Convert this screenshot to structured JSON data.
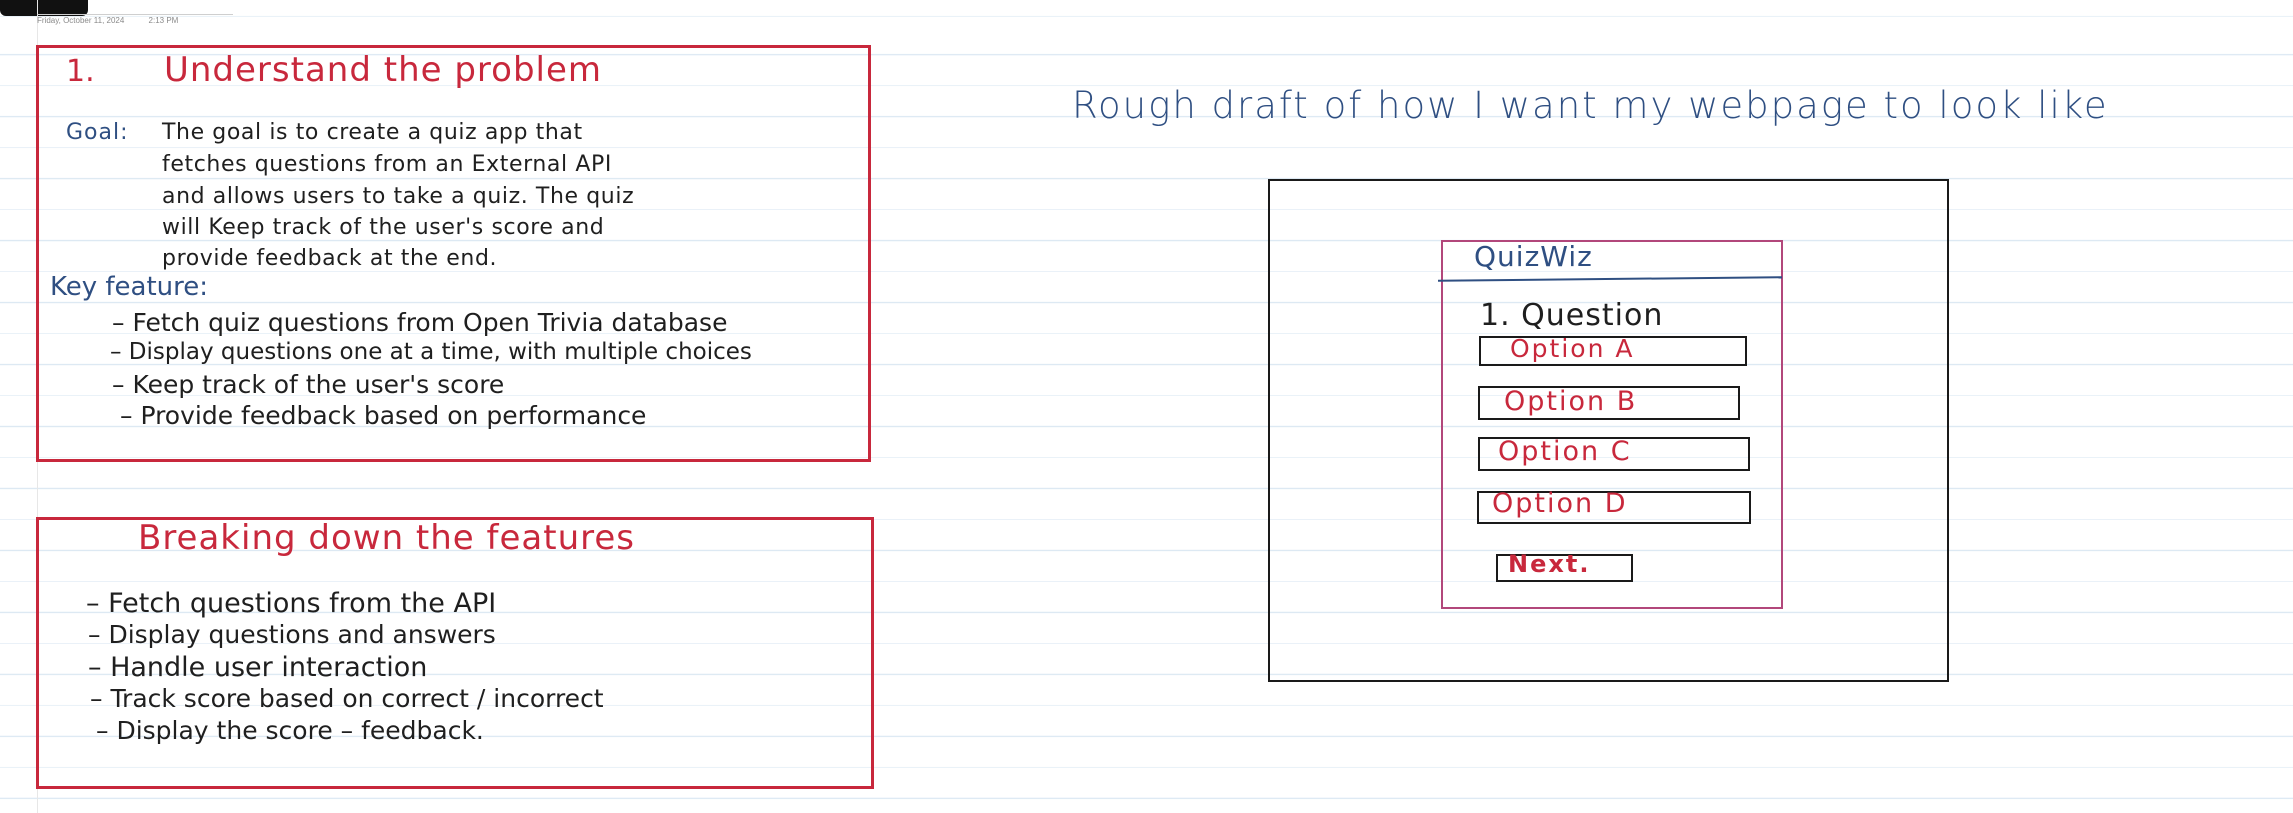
{
  "header": {
    "date": "Friday, October 11, 2024",
    "time": "2:13 PM"
  },
  "section1": {
    "number": "1.",
    "title": "Understand the problem",
    "goal_label": "Goal:",
    "goal_lines": [
      "The goal is to create a quiz app  that",
      "fetches questions from an External API",
      "and allows users to take a quiz. The quiz",
      "will Keep track of the user's score and",
      "provide feedback at the end."
    ],
    "key_label": "Key feature:",
    "bullets": [
      "–  Fetch quiz questions from Open Trivia database",
      "–  Display questions one at a time, with multiple choices",
      "–  Keep track of the user's score",
      "–  Provide feedback based on performance"
    ]
  },
  "section2": {
    "title": "Breaking down the features",
    "bullets": [
      "–  Fetch questions from the API",
      "–  Display questions and answers",
      "–  Handle user interaction",
      "–  Track score based on correct / incorrect",
      "–  Display the score  – feedback."
    ]
  },
  "sketch": {
    "caption": "Rough draft  of how I want my webpage to look like",
    "app_title": "QuizWiz",
    "question": "1.  Question",
    "options": [
      "Option A",
      "Option B",
      "Option C",
      "Option D"
    ],
    "next_label": "Next."
  },
  "colors": {
    "heading_red": "#c8283c",
    "ink_blue": "#2f4f82",
    "ink_black": "#1f1f1f",
    "frame_pink": "#b2477b",
    "ruled_line": "#dde9f3"
  }
}
